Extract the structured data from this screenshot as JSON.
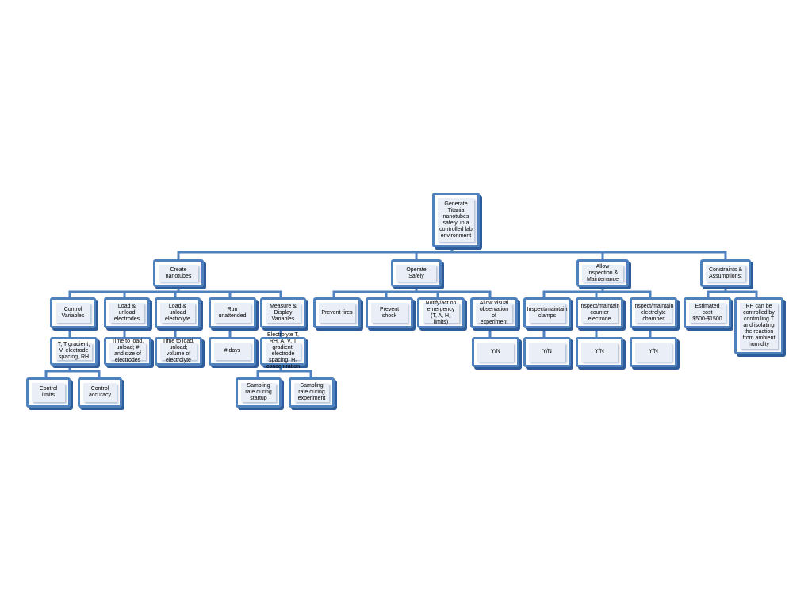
{
  "root": {
    "label": "Generate Titania nanotubes safely, in a controlled lab environment"
  },
  "branches": [
    {
      "label": "Create nanotubes",
      "children": [
        {
          "label": "Control Variables",
          "detail": "T, T gradient, V, electrode spacing, RH",
          "sub": [
            "Control limits",
            "Control accuracy"
          ]
        },
        {
          "label": "Load & unload electrodes",
          "detail": "Time to load, unload; # and size of electrodes"
        },
        {
          "label": "Load & unload electrolyte",
          "detail": "Time to load, unload; volume of electrolyte"
        },
        {
          "label": "Run unattended",
          "detail": "# days"
        },
        {
          "label": "Measure & Display Variables",
          "detail": "Electrolyte T, RH, A, V, T gradient, electrode spacing, H₂ concentration",
          "sub": [
            "Sampling rate during startup",
            "Sampling rate during experiment"
          ]
        }
      ]
    },
    {
      "label": "Operate Safely",
      "children": [
        {
          "label": "Prevent fires"
        },
        {
          "label": "Prevent shock"
        },
        {
          "label": "Notify/act on emergency (T, A, H₂ limits)"
        },
        {
          "label": "Allow visual observation of experiment",
          "detail": "Y/N"
        }
      ]
    },
    {
      "label": "Allow Inspection & Maintenance",
      "children": [
        {
          "label": "Inspect/maintain clamps",
          "detail": "Y/N"
        },
        {
          "label": "Inspect/maintain counter electrode",
          "detail": "Y/N"
        },
        {
          "label": "Inspect/maintain electrolyte chamber",
          "detail": "Y/N"
        }
      ]
    },
    {
      "label": "Constraints & Assumptions:",
      "children": [
        {
          "label": "Estimated cost $500-$1500"
        },
        {
          "label": "RH can be controlled by controlling T and isolating the reaction from ambient humidity"
        }
      ]
    }
  ],
  "colors": {
    "border": "#4f81bd",
    "shadow": "#2e5c9a",
    "fill": "#eaeef6",
    "line": "#4f81bd"
  }
}
